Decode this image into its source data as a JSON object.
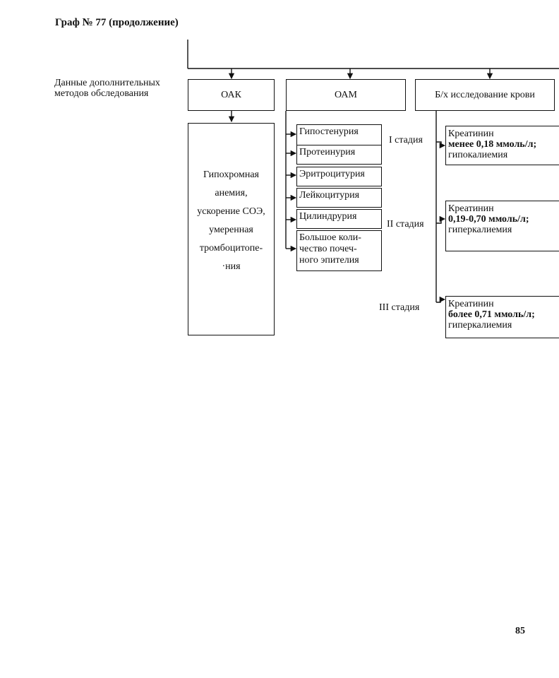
{
  "title": "Граф № 77 (продолжение)",
  "side_label": [
    "Данные дополнительных",
    "методов обследования"
  ],
  "boxes": {
    "oak": "ОАК",
    "oam": "ОАМ",
    "bio": "Б/х исследование крови"
  },
  "oak_findings": [
    "Гипохромная",
    "анемия,",
    "ускорение СОЭ,",
    "умеренная",
    "тромбоцитопе-",
    "·ния"
  ],
  "oam_items": [
    [
      "Гипостенурия"
    ],
    [
      "Протеинурия"
    ],
    [
      "Эритроцитурия"
    ],
    [
      "Лейкоцитурия"
    ],
    [
      "Цилиндрурия"
    ],
    [
      "Большое коли-",
      "чество почеч-",
      "ного эпителия"
    ]
  ],
  "stages": [
    {
      "label": "I стадия",
      "line1": "Креатинин",
      "line2": "менее 0,18 ммоль/л;",
      "line3": "гипокалиемия"
    },
    {
      "label": "II стадия",
      "line1": "Креатинин",
      "line2": "0,19-0,70 ммоль/л;",
      "line3": "гиперкалиемия"
    },
    {
      "label": "III стадия",
      "line1": "Креатинин",
      "line2": "более 0,71 ммоль/л;",
      "line3": "гиперкалиемия"
    }
  ],
  "page_number": "85"
}
